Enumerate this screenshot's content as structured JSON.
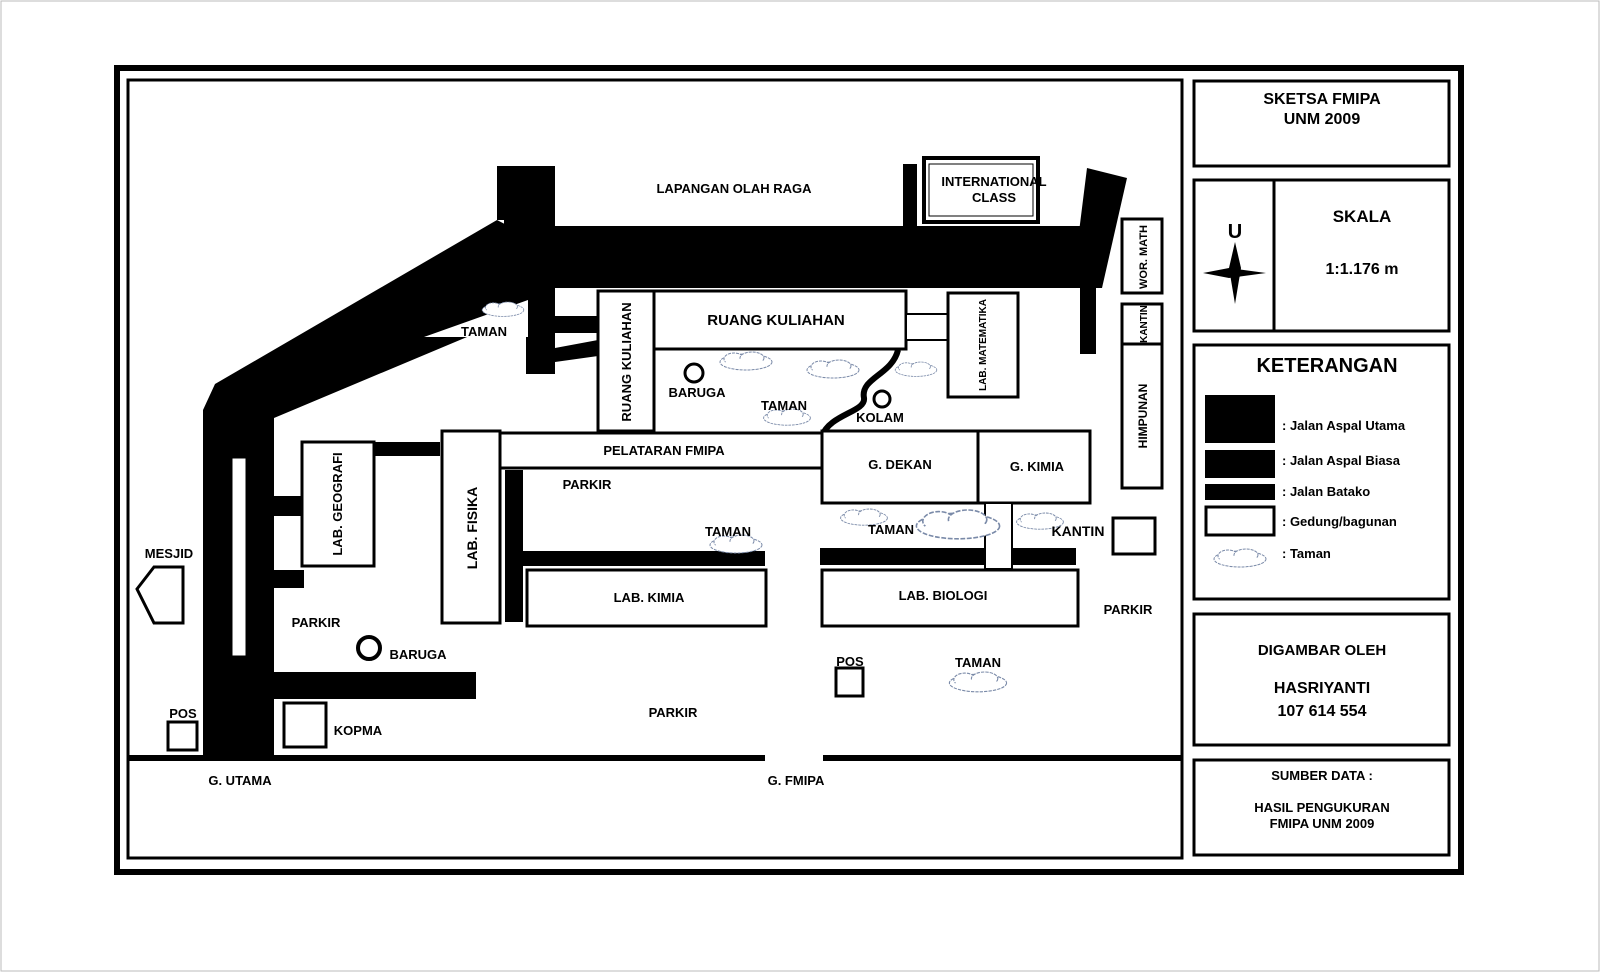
{
  "title_box": {
    "line1": "SKETSA FMIPA",
    "line2": "UNM 2009"
  },
  "scale_box": {
    "north": "U",
    "heading": "SKALA",
    "value": "1:1.176 m"
  },
  "legend": {
    "heading": "KETERANGAN",
    "items": [
      {
        "label": ": Jalan Aspal Utama"
      },
      {
        "label": ": Jalan Aspal Biasa"
      },
      {
        "label": ": Jalan Batako"
      },
      {
        "label": ": Gedung/bagunan"
      },
      {
        "label": ": Taman"
      }
    ]
  },
  "author_box": {
    "heading": "DIGAMBAR OLEH",
    "name": "HASRIYANTI",
    "id": "107 614 554"
  },
  "source_box": {
    "heading": "SUMBER DATA :",
    "line1": "HASIL PENGUKURAN",
    "line2": "FMIPA UNM 2009"
  },
  "places": {
    "lapangan": "LAPANGAN OLAH RAGA",
    "intl_l1": "INTERNATIONAL",
    "intl_l2": "CLASS",
    "wor_math": "WOR. MATH",
    "kantin_v": "KANTIN",
    "himpunan": "HIMPUNAN",
    "ruang_kuliahan_h": "RUANG KULIAHAN",
    "ruang_kuliahan_v": "RUANG KULIAHAN",
    "lab_matematika": "LAB. MATEMATIKA",
    "taman_top": "TAMAN",
    "baruga_center": "BARUGA",
    "taman_center": "TAMAN",
    "kolam": "KOLAM",
    "pelataran": "PELATARAN FMIPA",
    "g_dekan": "G. DEKAN",
    "g_kimia": "G. KIMIA",
    "lab_geografi": "LAB. GEOGRAFI",
    "lab_fisika": "LAB. FISIKA",
    "parkir_center": "PARKIR",
    "taman_mid": "TAMAN",
    "taman_right": "TAMAN",
    "kantin": "KANTIN",
    "lab_kimia": "LAB. KIMIA",
    "lab_biologi": "LAB. BIOLOGI",
    "mesjid": "MESJID",
    "parkir_left": "PARKIR",
    "baruga_left": "BARUGA",
    "parkir_right": "PARKIR",
    "pos_center": "POS",
    "taman_bottom": "TAMAN",
    "pos_left": "POS",
    "kopma": "KOPMA",
    "parkir_bottom": "PARKIR",
    "g_utama": "G. UTAMA",
    "g_fmipa": "G. FMIPA"
  }
}
